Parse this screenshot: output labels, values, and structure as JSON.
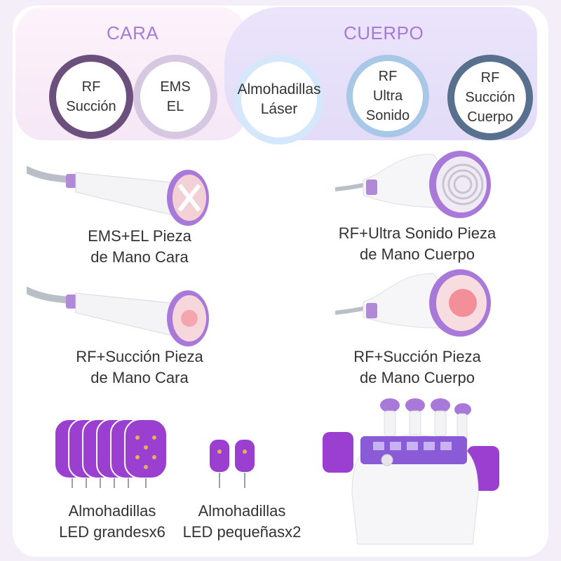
{
  "categories": {
    "face": {
      "title": "CARA",
      "items": [
        {
          "label": "RF\nSucción"
        },
        {
          "label": "EMS\nEL"
        }
      ]
    },
    "body": {
      "title": "CUERPO",
      "items": [
        {
          "label": "Almohadillas\nLáser"
        },
        {
          "label": "RF\nUltra\nSonido"
        },
        {
          "label": "RF\nSucción\nCuerpo"
        }
      ]
    }
  },
  "products": {
    "ems_el_face": "EMS+EL Pieza\nde Mano Cara",
    "rf_ultrasound_body": "RF+Ultra Sonido Pieza\nde Mano Cuerpo",
    "rf_suction_face": "RF+Succión Pieza\nde Mano Cara",
    "rf_suction_body": "RF+Succión Pieza\nde Mano Cuerpo",
    "led_large": "Almohadillas\nLED grandesx6",
    "led_small": "Almohadillas\nLED pequeñasx2"
  },
  "colors": {
    "accent_purple": "#a77ad6",
    "face_circle_ring": "#6b4f7c",
    "body_circle_ring": "#56708e"
  }
}
